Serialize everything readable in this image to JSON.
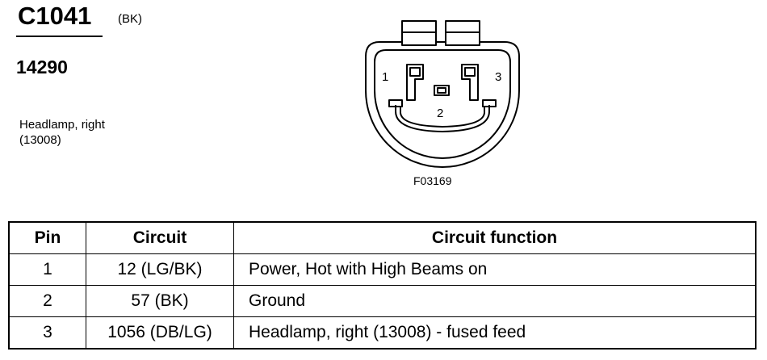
{
  "header": {
    "connector_id": "C1041",
    "color_code": "(BK)",
    "part_number": "14290",
    "description_line1": "Headlamp, right",
    "description_line2": "(13008)"
  },
  "diagram": {
    "pin_labels": [
      "1",
      "2",
      "3"
    ],
    "figure_id": "F03169"
  },
  "table": {
    "headers": [
      "Pin",
      "Circuit",
      "Circuit function"
    ],
    "rows": [
      [
        "1",
        "12 (LG/BK)",
        "Power, Hot with High Beams on"
      ],
      [
        "2",
        "57 (BK)",
        "Ground"
      ],
      [
        "3",
        "1056 (DB/LG)",
        "Headlamp, right (13008) - fused feed"
      ]
    ]
  }
}
